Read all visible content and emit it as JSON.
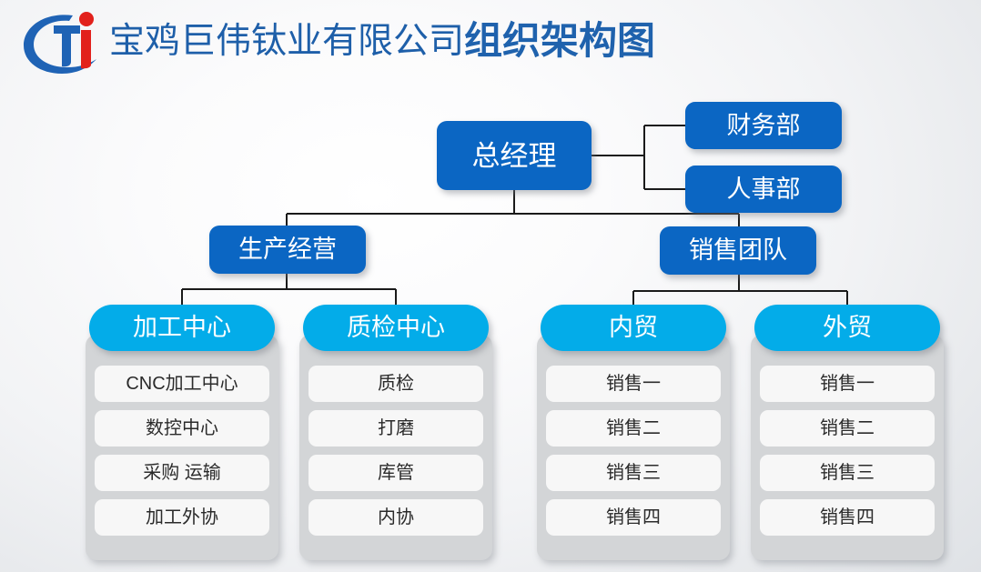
{
  "header": {
    "logo_icon": "cti-company-logo",
    "title_main": "宝鸡巨伟钛业有限公司",
    "title_accent": "组织架构图"
  },
  "colors": {
    "primary_blue": "#0b66c3",
    "accent_cyan": "#03ace9",
    "panel_gray": "#d3d5d7",
    "item_white": "#f7f7f7",
    "title_blue": "#1e5fa9",
    "connector": "#1a1a1a"
  },
  "chart": {
    "root": {
      "label": "总经理"
    },
    "staff": [
      {
        "label": "财务部"
      },
      {
        "label": "人事部"
      }
    ],
    "branches": [
      {
        "label": "生产经营"
      },
      {
        "label": "销售团队"
      }
    ],
    "departments": [
      {
        "label": "加工中心",
        "items": [
          "CNC加工中心",
          "数控中心",
          "采购 运输",
          "加工外协"
        ]
      },
      {
        "label": "质检中心",
        "items": [
          "质检",
          "打磨",
          "库管",
          "内协"
        ]
      },
      {
        "label": "内贸",
        "items": [
          "销售一",
          "销售二",
          "销售三",
          "销售四"
        ]
      },
      {
        "label": "外贸",
        "items": [
          "销售一",
          "销售二",
          "销售三",
          "销售四"
        ]
      }
    ]
  }
}
